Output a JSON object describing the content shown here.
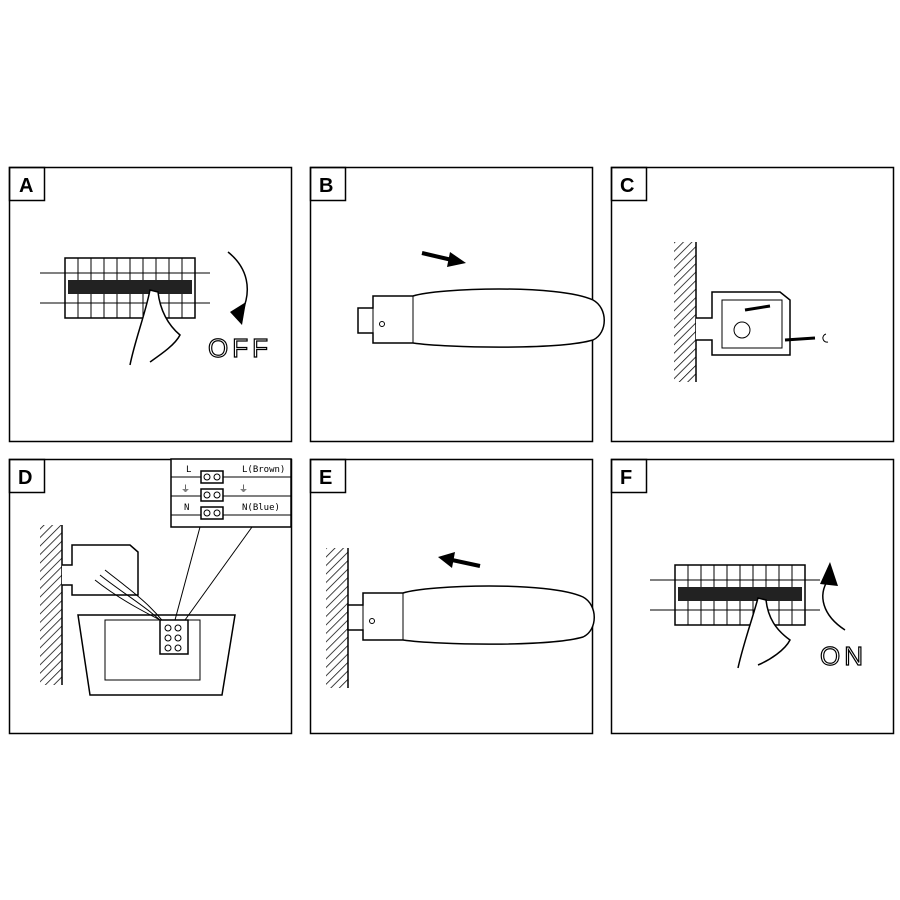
{
  "steps": [
    {
      "label": "A",
      "caption": "OFF"
    },
    {
      "label": "B"
    },
    {
      "label": "C"
    },
    {
      "label": "D",
      "wiring": {
        "live": "L",
        "earth_symbol": "⏚",
        "neutral": "N",
        "live_wire": "L(Brown)",
        "neutral_wire": "N(Blue)"
      }
    },
    {
      "label": "E"
    },
    {
      "label": "F",
      "caption": "ON"
    }
  ]
}
